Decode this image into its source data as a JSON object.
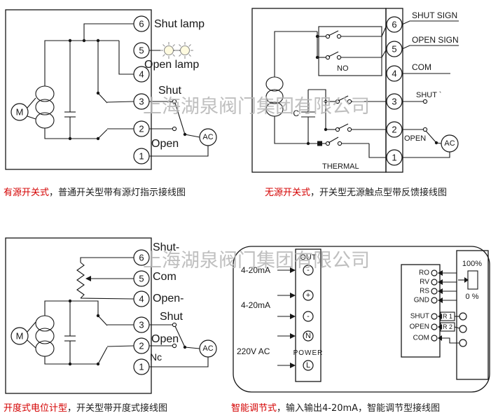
{
  "watermark": "上海湖泉阀门集团有限公司",
  "diagrams": {
    "tl": {
      "caption": {
        "highlight": "有源开关式",
        "rest": "，普通开关型带有源灯指示接线图"
      },
      "motor_label": "M",
      "ac_label": "AC",
      "terminals": [
        "6",
        "5",
        "4",
        "3",
        "2",
        "1"
      ],
      "labels": {
        "shut_lamp": "Shut lamp",
        "open_lamp": "Open lamp",
        "shut": "Shut",
        "open": "Open"
      }
    },
    "tr": {
      "caption": {
        "highlight": "无源开关式",
        "rest": "，开关型无源触点型带反馈接线图"
      },
      "ac_label": "AC",
      "terminals": [
        "6",
        "5",
        "4",
        "3",
        "2",
        "1"
      ],
      "labels": {
        "shut_sign": "SHUT SIGN",
        "open_sign": "OPEN SIGN",
        "com": "COM",
        "shut": "SHUT `",
        "open": "OPEN",
        "no": "NO",
        "thermal": "THERMAL",
        "capacitor": "C"
      }
    },
    "bl": {
      "caption": {
        "highlight": "开度式电位计型",
        "rest": "，开关型带开度式接线图"
      },
      "motor_label": "M",
      "ac_label": "AC",
      "terminals": [
        "6",
        "5",
        "4",
        "3",
        "2",
        "1"
      ],
      "labels": {
        "shut_minus": "Shut-",
        "com": "Com",
        "open_minus": "Open-",
        "shut": "Shut",
        "open": "Open",
        "nc": "Nc"
      }
    },
    "br": {
      "caption": {
        "highlight": "智能调节式",
        "rest": "，输入输出4-20mA，智能调节型接线图"
      },
      "left_labels": {
        "out_signal": "4-20mA",
        "in_signal": "4-20mA",
        "power_supply": "220V AC"
      },
      "strip": {
        "out": "OUT",
        "minus_out": "-",
        "plus_in": "+",
        "minus_in": "-",
        "n": "N",
        "power": "POWER",
        "l": "L"
      },
      "board": {
        "ro": "RO",
        "rv": "RV",
        "rs": "RS",
        "gnd": "GND",
        "shut": "SHUT",
        "open": "OPEN",
        "com": "COM",
        "r1": "R 1",
        "r2": "R 2"
      },
      "pot": {
        "p100": "100%",
        "p0": "0 %"
      }
    }
  }
}
